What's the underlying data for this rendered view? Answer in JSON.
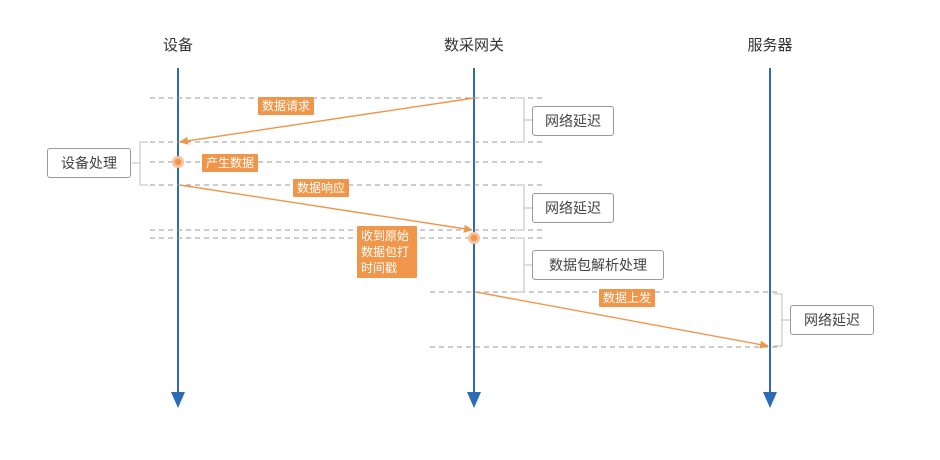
{
  "participants": [
    {
      "id": "device",
      "label": "设备"
    },
    {
      "id": "gateway",
      "label": "数采网关"
    },
    {
      "id": "server",
      "label": "服务器"
    }
  ],
  "messages": [
    {
      "id": "data-request",
      "label": "数据请求"
    },
    {
      "id": "data-response",
      "label": "数据响应"
    },
    {
      "id": "data-upload",
      "label": "数据上发"
    }
  ],
  "events": [
    {
      "id": "generate-data",
      "label": "产生数据"
    },
    {
      "id": "receive-timestamp",
      "label": "收到原始\n数据包打\n时间戳"
    }
  ],
  "intervals": [
    {
      "id": "network-delay-1",
      "label": "网络延迟"
    },
    {
      "id": "device-processing",
      "label": "设备处理"
    },
    {
      "id": "network-delay-2",
      "label": "网络延迟"
    },
    {
      "id": "packet-parsing",
      "label": "数据包解析处理"
    },
    {
      "id": "network-delay-3",
      "label": "网络延迟"
    }
  ],
  "colors": {
    "lifeline": "#2b6cb8",
    "message": "#f0964a",
    "dashed": "#9a9a9a",
    "bracket": "#bdbdbd"
  }
}
